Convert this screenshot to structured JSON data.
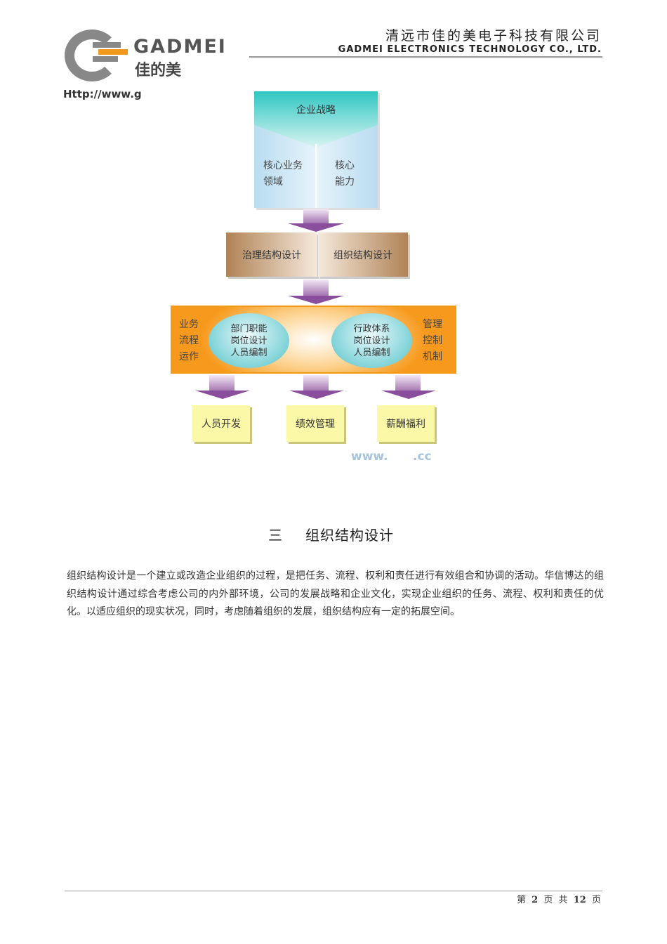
{
  "header": {
    "logo_brand": "GADMEI",
    "logo_cn": "佳的美",
    "logo_url": "Http://www.g",
    "company_cn": "清远市佳的美电子科技有限公司",
    "company_en": "GADMEI ELECTRONICS TECHNOLOGY CO., LTD."
  },
  "diagram": {
    "strategy": "企业战略",
    "core_business": [
      "核心业务",
      "领域"
    ],
    "core_capability": [
      "核心",
      "能力"
    ],
    "governance": "治理结构设计",
    "org_structure": "组织结构设计",
    "left_side": [
      "业务",
      "流程",
      "运作"
    ],
    "right_side": [
      "管理",
      "控制",
      "机制"
    ],
    "left_ellipse": [
      "部门职能",
      "岗位设计",
      "人员编制"
    ],
    "right_ellipse": [
      "行政体系",
      "岗位设计",
      "人员编制"
    ],
    "outputs": [
      "人员开发",
      "绩效管理",
      "薪酬福利"
    ],
    "watermark": "www.      .cc"
  },
  "section": {
    "number": "三",
    "title": "组织结构设计",
    "body": "组织结构设计是一个建立或改造企业组织的过程，是把任务、流程、权利和责任进行有效组合和协调的活动。华信博达的组织结构设计通过综合考虑公司的内外部环境，公司的发展战略和企业文化，实现企业组织的任务、流程、权利和责任的优化。以适应组织的现实状况，同时，考虑随着组织的发展，组织结构应有一定的拓展空间。"
  },
  "footer": {
    "prefix": "第",
    "page": "2",
    "mid": "页 共",
    "total": "12",
    "suffix": "页"
  }
}
